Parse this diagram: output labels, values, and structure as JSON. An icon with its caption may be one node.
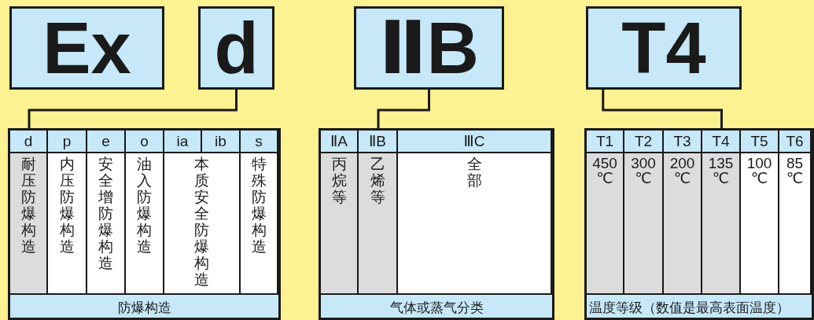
{
  "diagram": {
    "nodes": [
      {
        "text": [
          "Ex"
        ]
      },
      {
        "text": [
          "d"
        ]
      },
      {
        "text": [
          "ⅡB"
        ]
      },
      {
        "text": [
          "T4"
        ]
      },
      {
        "text": [
          "防爆构造"
        ]
      },
      {
        "text": [
          "d"
        ],
        "in": 4
      },
      {
        "text": [
          "p"
        ],
        "in": 4
      },
      {
        "text": [
          "e"
        ],
        "in": 4
      },
      {
        "text": [
          "o"
        ],
        "in": 4
      },
      {
        "text": [
          "ia"
        ],
        "in": 4
      },
      {
        "text": [
          "ib"
        ],
        "in": 4
      },
      {
        "text": [
          "s"
        ],
        "in": 4
      },
      {
        "text": [
          "耐压防爆构造"
        ],
        "in": 4
      },
      {
        "text": [
          "内压防爆构造"
        ],
        "in": 4
      },
      {
        "text": [
          "安全增防爆构造"
        ],
        "in": 4
      },
      {
        "text": [
          "油入防爆构造"
        ],
        "in": 4
      },
      {
        "text": [
          "本质安全防爆构造"
        ],
        "in": 4
      },
      {
        "text": [
          "特殊防爆构造"
        ],
        "in": 4
      },
      {
        "text": [
          "气体或蒸气分类"
        ]
      },
      {
        "text": [
          "ⅡA"
        ],
        "in": 18
      },
      {
        "text": [
          "ⅡB"
        ],
        "in": 18
      },
      {
        "text": [
          "ⅢC"
        ],
        "in": 18
      },
      {
        "text": [
          "丙烷等"
        ],
        "in": 18
      },
      {
        "text": [
          "乙烯等"
        ],
        "in": 18
      },
      {
        "text": [
          "全部"
        ],
        "in": 18
      },
      {
        "text": [
          "温度等级（数值是最高表面温度）"
        ]
      },
      {
        "text": [
          "T1"
        ],
        "in": 25
      },
      {
        "text": [
          "T2"
        ],
        "in": 25
      },
      {
        "text": [
          "T3"
        ],
        "in": 25
      },
      {
        "text": [
          "T4"
        ],
        "in": 25
      },
      {
        "text": [
          "T5"
        ],
        "in": 25
      },
      {
        "text": [
          "T6"
        ],
        "in": 25
      },
      {
        "text": [
          "450 ℃"
        ],
        "in": 25
      },
      {
        "text": [
          "300 ℃"
        ],
        "in": 25
      },
      {
        "text": [
          "200 ℃"
        ],
        "in": 25
      },
      {
        "text": [
          "135 ℃"
        ],
        "in": 25
      },
      {
        "text": [
          "100 ℃"
        ],
        "in": 25
      },
      {
        "text": [
          "85 ℃"
        ],
        "in": 25
      }
    ],
    "edges": [
      {
        "from": 1,
        "to": 5,
        "arrow": "none"
      },
      {
        "from": 2,
        "to": 20,
        "arrow": "none"
      },
      {
        "from": 3,
        "to": 29,
        "arrow": "none"
      }
    ]
  }
}
